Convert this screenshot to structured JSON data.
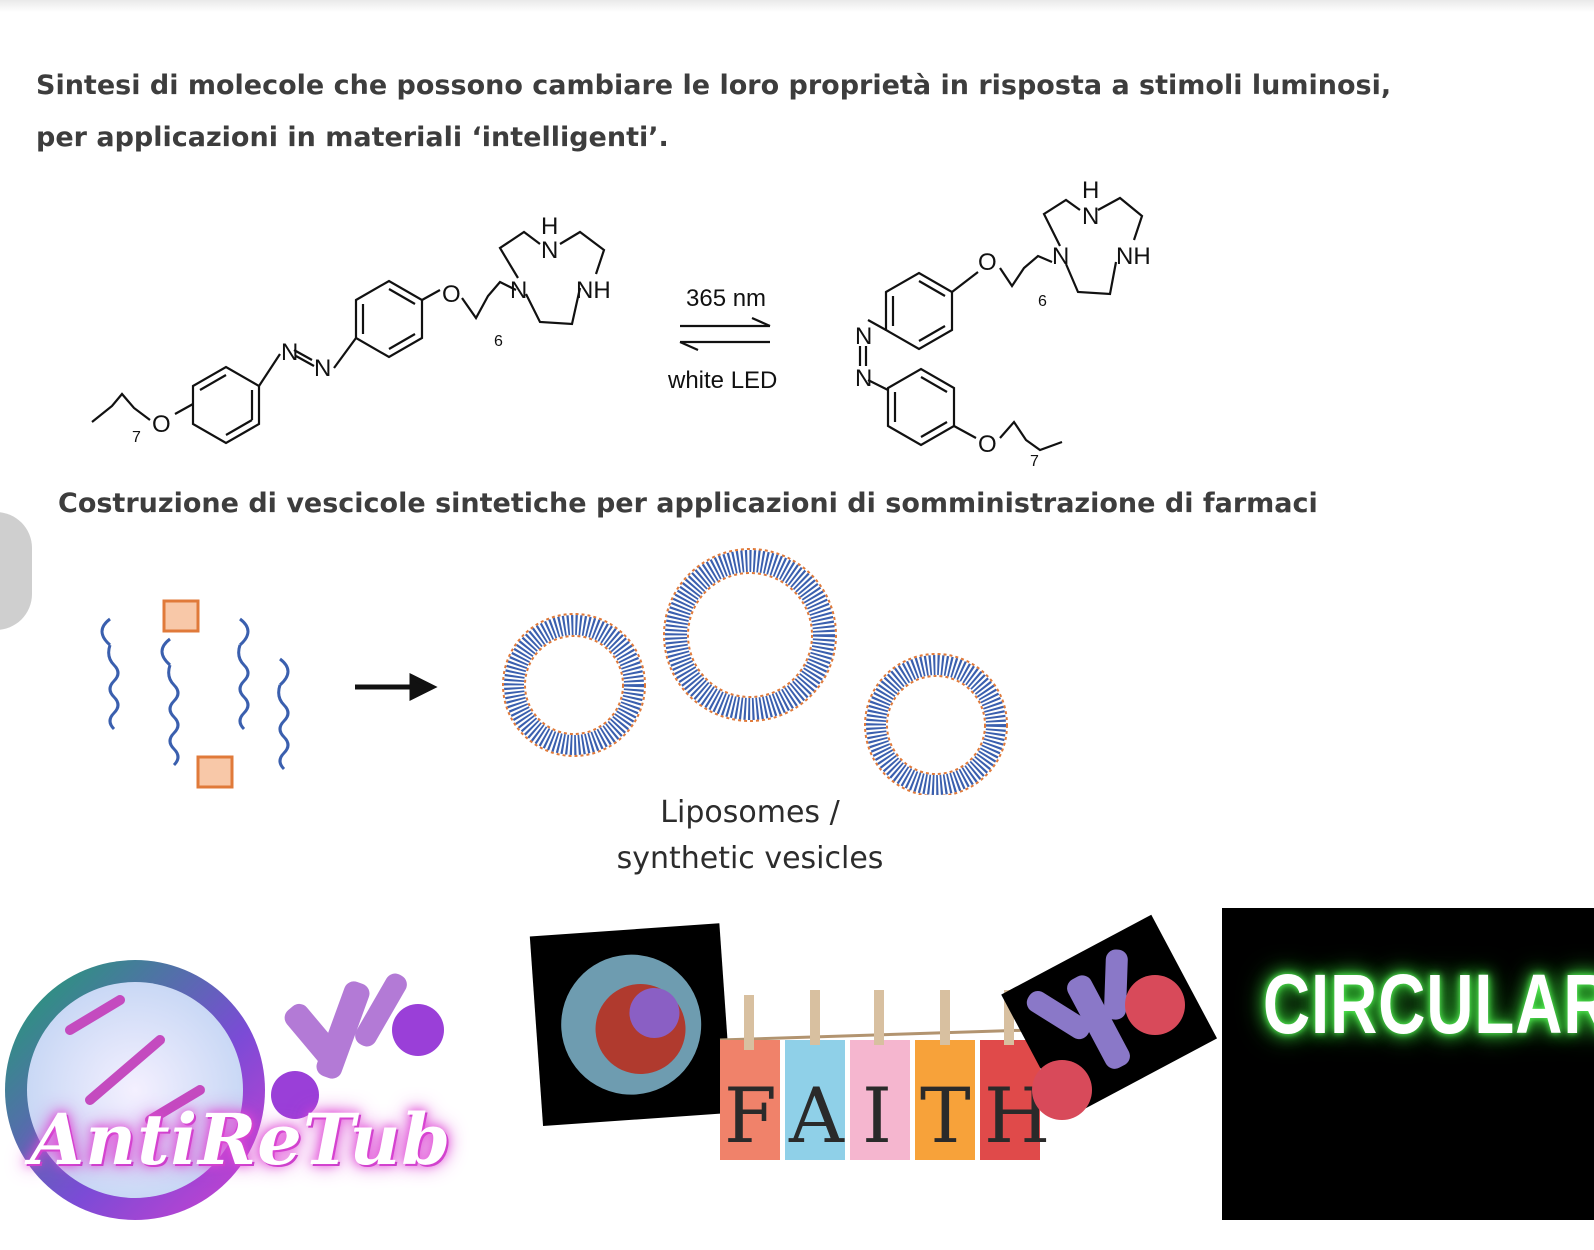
{
  "sections": {
    "heading": "Sintesi di molecole che possono cambiare le loro proprietà in risposta a stimoli luminosi, per applicazioni in materiali ‘intelligenti’.",
    "subheading": "Costruzione di vescicole sintetiche per applicazioni di somministrazione di farmaci"
  },
  "reaction": {
    "forward_label": "365 nm",
    "reverse_label": "white LED",
    "atoms": {
      "O": "O",
      "N": "N",
      "NH": "NH",
      "H": "H",
      "subscript_7": "7",
      "subscript_6": "6"
    }
  },
  "liposomes": {
    "label_line1": "Liposomes /",
    "label_line2": "synthetic vesicles"
  },
  "projects": {
    "antiretub": "AntiReTub",
    "faith_letters": [
      "F",
      "A",
      "I",
      "T",
      "H"
    ],
    "circular": "CIRCULAR"
  },
  "colors": {
    "heading_text": "#3d3d3d",
    "lipid_blue": "#3a5fae",
    "lipid_orange": "#e07a3a",
    "neon_green": "#3cd63c",
    "antiretub_purple": "#d53fd0"
  }
}
